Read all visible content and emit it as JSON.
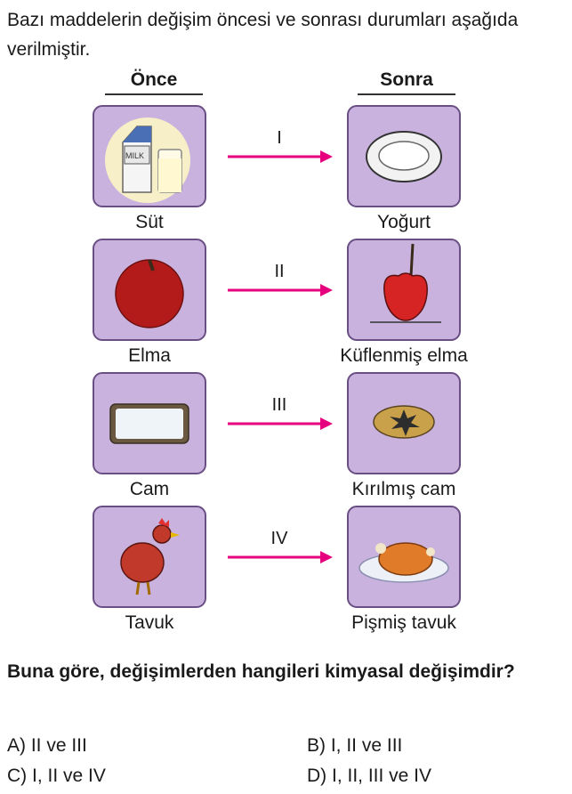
{
  "intro": "Bazı maddelerin değişim öncesi ve sonrası durumları aşağıda verilmiştir.",
  "headers": {
    "before": "Önce",
    "after": "Sonra"
  },
  "rows": [
    {
      "roman": "I",
      "before": "Süt",
      "after": "Yoğurt"
    },
    {
      "roman": "II",
      "before": "Elma",
      "after": "Küflenmiş elma"
    },
    {
      "roman": "III",
      "before": "Cam",
      "after": "Kırılmış cam"
    },
    {
      "roman": "IV",
      "before": "Tavuk",
      "after": "Pişmiş tavuk"
    }
  ],
  "question": "Buna göre, değişimlerden hangileri kimyasal değişimdir?",
  "options": {
    "A": "A) II ve III",
    "B": "B) I, II ve III",
    "C": "C) I, II ve IV",
    "D": "D) I, II, III ve IV"
  },
  "milk_carton_text": "MILK",
  "colors": {
    "card": "#c9b3de",
    "arrow": "#e6007e"
  }
}
